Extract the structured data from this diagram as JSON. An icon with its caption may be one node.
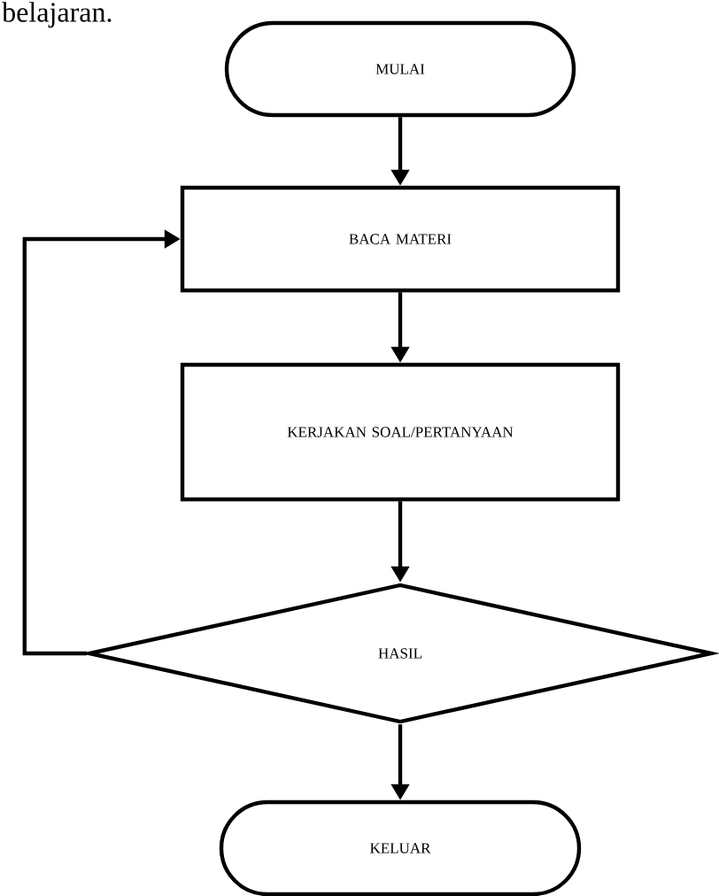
{
  "diagram": {
    "nodes": [
      {
        "text": [
          "MULAI"
        ]
      },
      {
        "text": [
          "BACA MATERI"
        ]
      },
      {
        "text": [
          "KERJAKAN SOAL/PERTANYAAN"
        ]
      },
      {
        "text": [
          "HASIL"
        ]
      },
      {
        "text": [
          "KELUAR"
        ]
      }
    ],
    "edges": [
      {
        "from": 0,
        "to": 1,
        "arrow": "to"
      },
      {
        "from": 1,
        "to": 2,
        "arrow": "to"
      },
      {
        "from": 2,
        "to": 3,
        "arrow": "to"
      },
      {
        "from": 3,
        "to": 1,
        "arrow": "to"
      },
      {
        "from": 3,
        "to": 4,
        "arrow": "to"
      }
    ],
    "labels": [
      "belajaran."
    ]
  }
}
